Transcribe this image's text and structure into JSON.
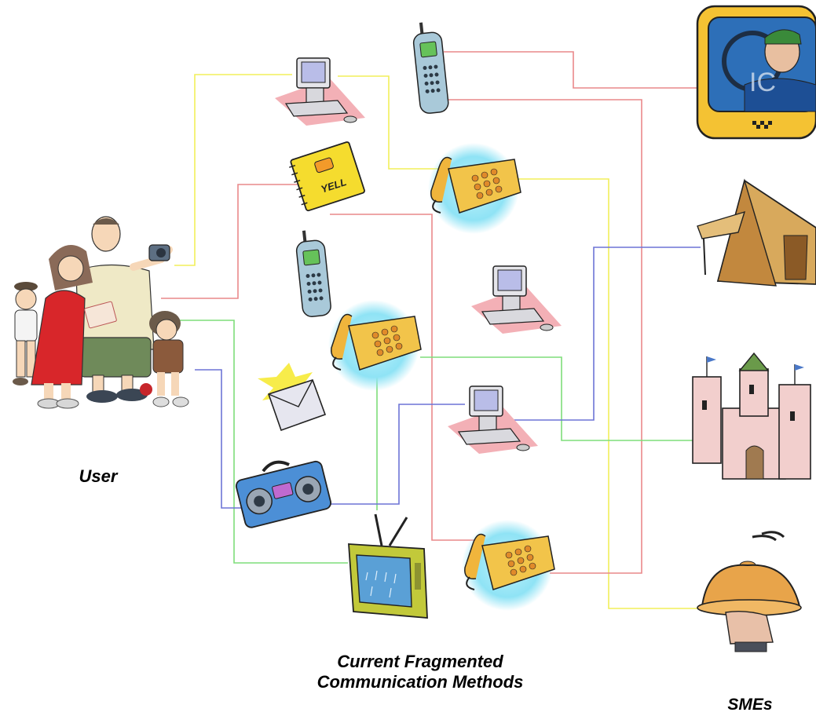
{
  "labels": {
    "user": "User",
    "center_line1": "Current Fragmented",
    "center_line2": "Communication Methods",
    "smes": "SMEs"
  },
  "taxi_sign": "IC",
  "yellow_pages_text": "YELL",
  "colors": {
    "yellow": "#f2ef5a",
    "red": "#e9888a",
    "green": "#7fde7a",
    "blue": "#6d74d6"
  },
  "icons": [
    "user-family-icon",
    "desktop-computer-icon",
    "mobile-phone-icon",
    "yellow-pages-book-icon",
    "desk-phone-icon",
    "email-envelope-icon",
    "radio-boombox-icon",
    "television-icon",
    "taxi-driver-icon",
    "tent-icon",
    "castle-icon",
    "restaurant-cloche-icon"
  ]
}
